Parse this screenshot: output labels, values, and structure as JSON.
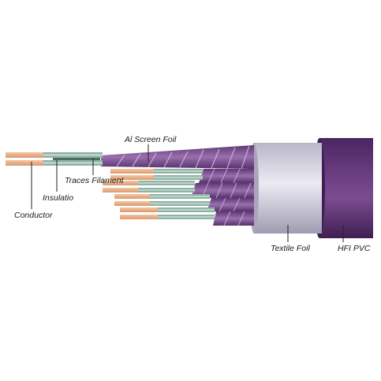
{
  "labels": {
    "conductor": "Conductor",
    "insulation": "Insulatio",
    "traces_filament": "Traces Filament",
    "al_screen_foil": "Al Screen Foil",
    "textile_foil": "Textile Foil",
    "hfi_pvc": "HFI PVC"
  },
  "colors": {
    "conductor": "#e8b48c",
    "insulation": "#8fb3a6",
    "foil": "#7a4e8c",
    "textile": "#cfcfdc",
    "jacket": "#5b3270"
  }
}
